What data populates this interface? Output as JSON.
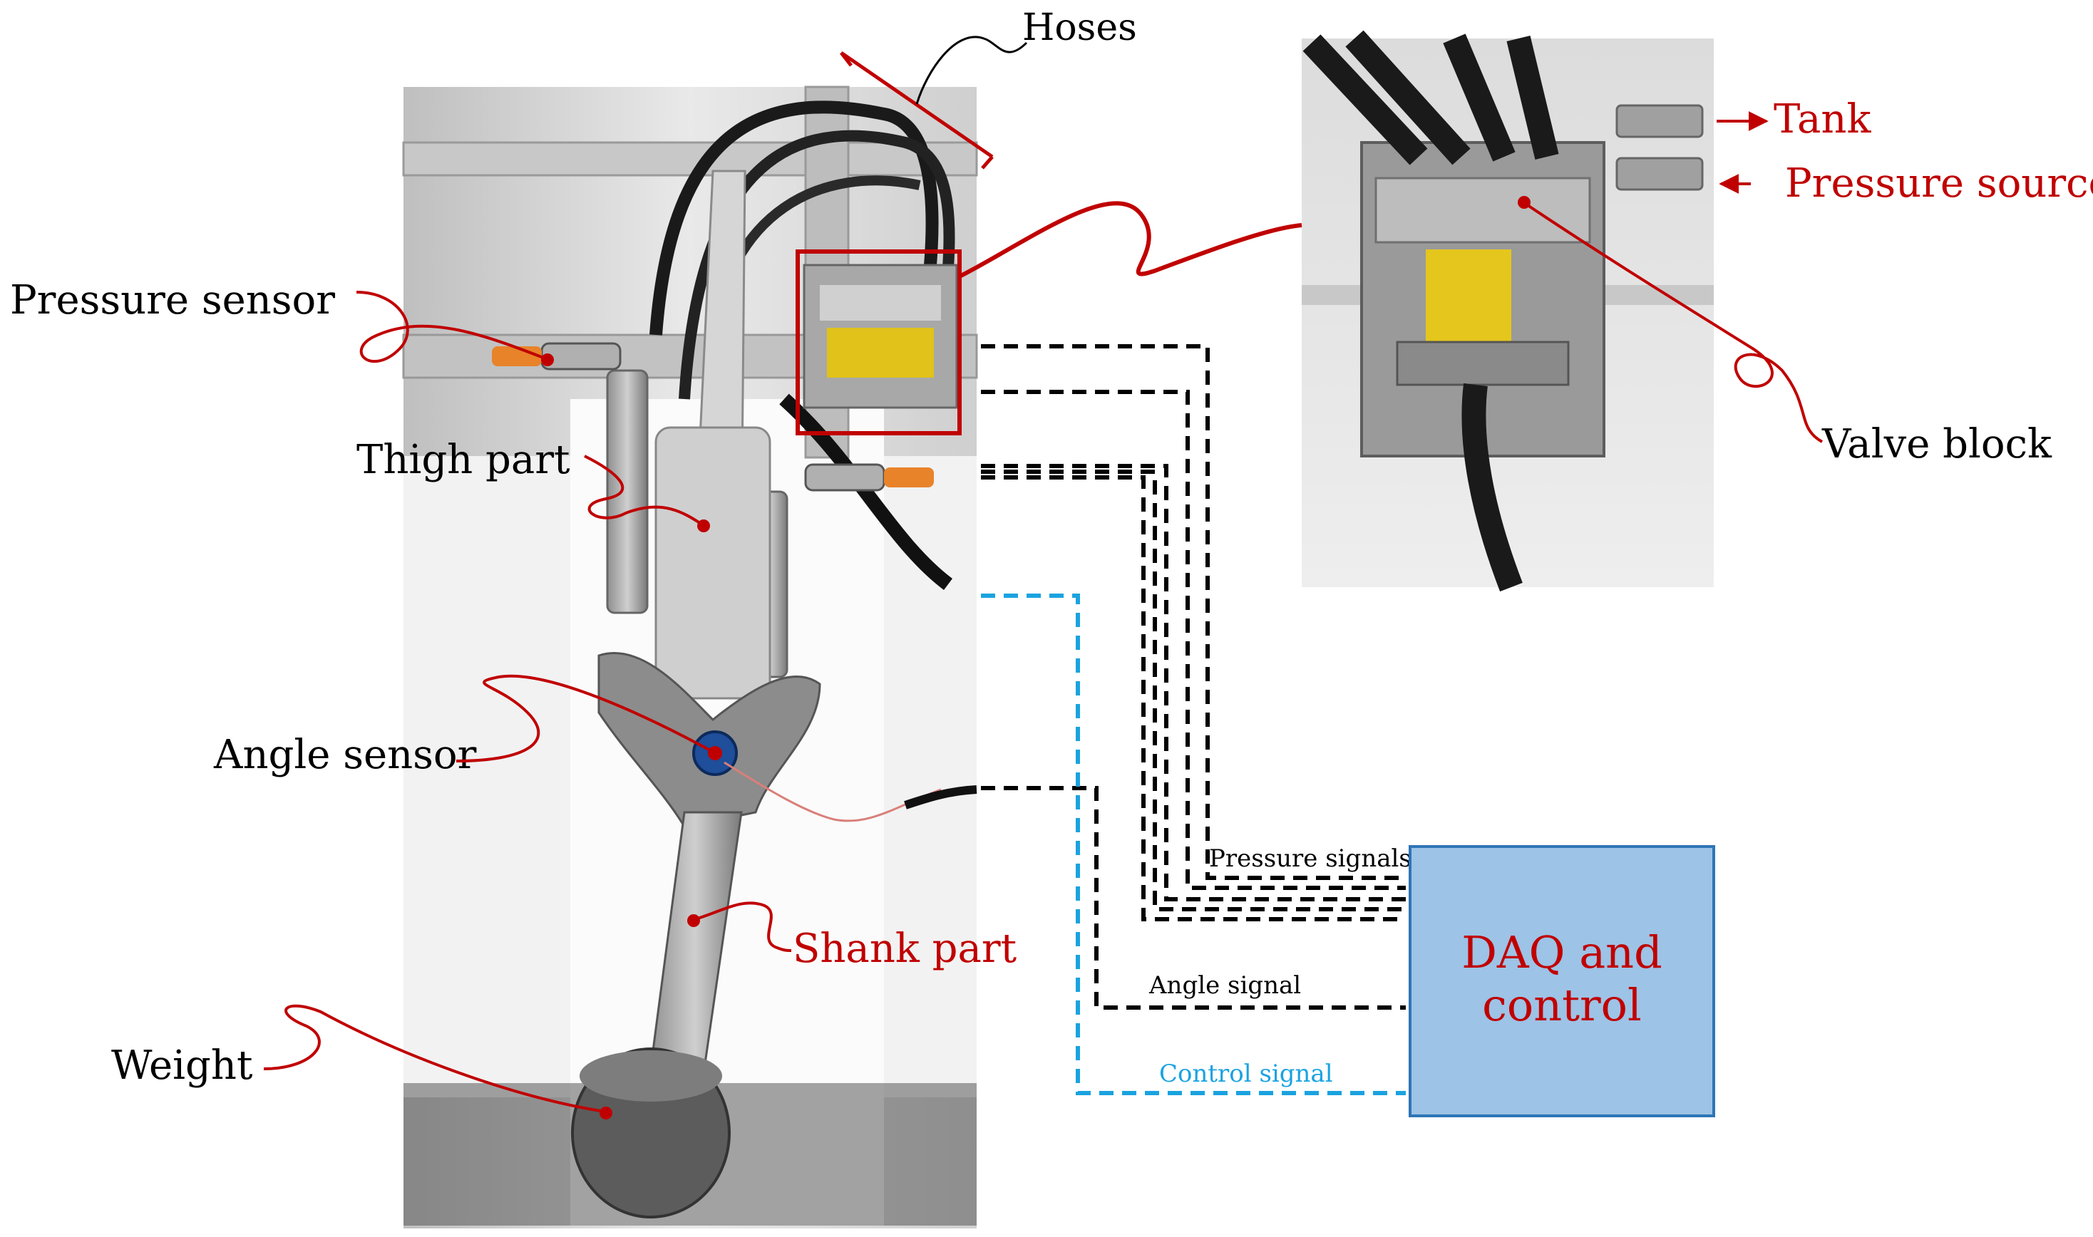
{
  "colors": {
    "annotation_red": "#c00000",
    "wire_black": "#000000",
    "control_blue": "#1aa3e0",
    "daq_fill": "#9dc3e6",
    "daq_border": "#2e75b6"
  },
  "labels": {
    "hoses": "Hoses",
    "pressure_sensor": "Pressure sensor",
    "thigh_part": "Thigh part",
    "angle_sensor": "Angle sensor",
    "shank_part": "Shank part",
    "weight": "Weight",
    "tank": "Tank",
    "pressure_source": "Pressure source",
    "valve_block": "Valve block"
  },
  "signals": {
    "pressure": "Pressure signals",
    "angle": "Angle signal",
    "control": "Control signal"
  },
  "daq_box": {
    "line1": "DAQ and",
    "line2": "control"
  },
  "photos": {
    "main": "exoskeleton-rig-photo",
    "inset": "valve-block-closeup-photo"
  }
}
